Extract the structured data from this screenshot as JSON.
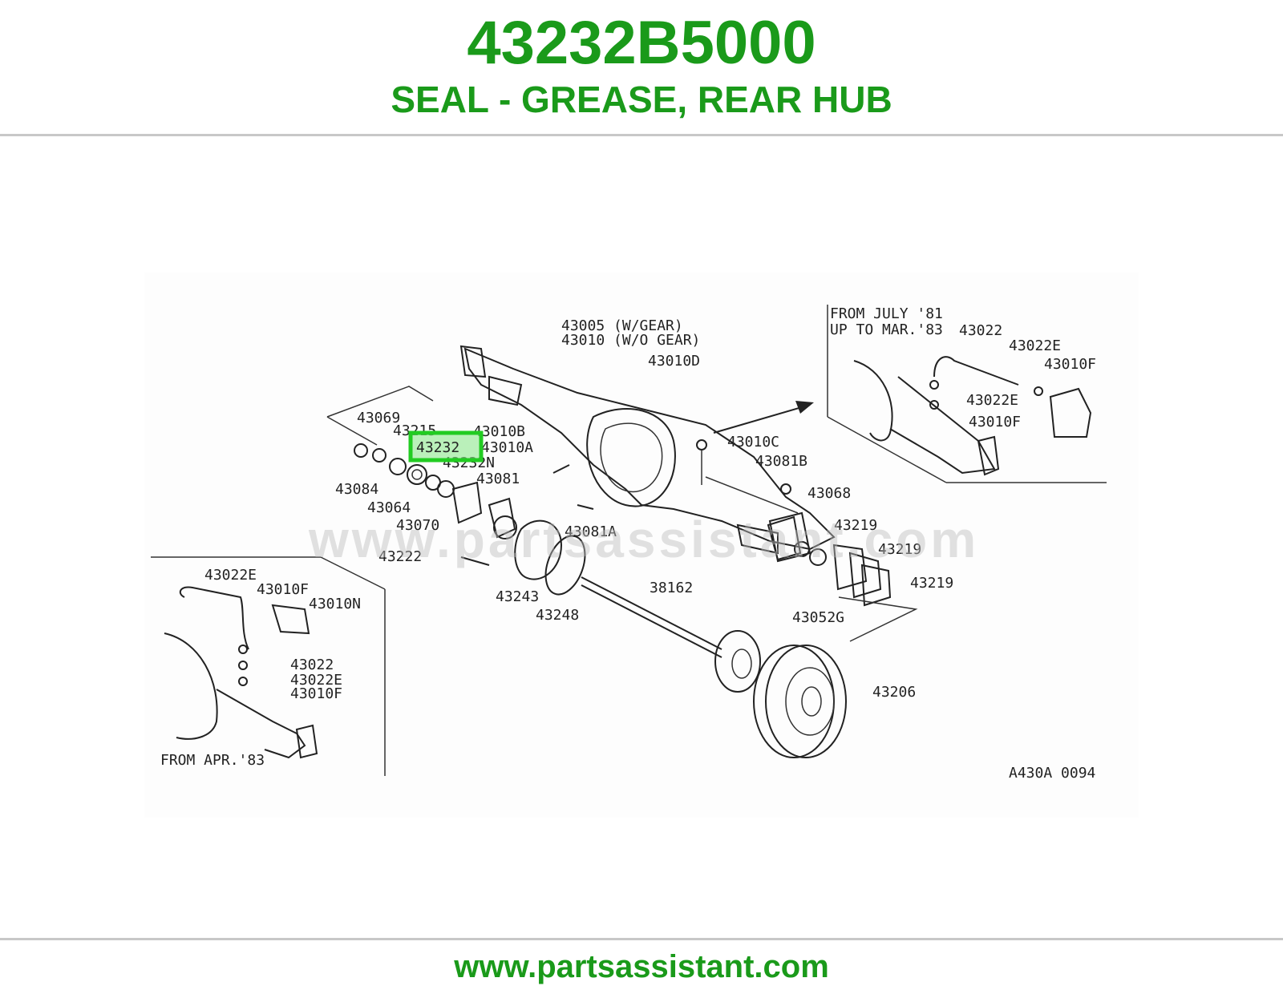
{
  "header": {
    "part_number": "43232B5000",
    "part_description": "SEAL - GREASE, REAR HUB"
  },
  "diagram": {
    "highlighted_label": "43232",
    "highlight_color": "#22cc22",
    "watermark": "www.partsassistant.com",
    "labels": {
      "l43005": "43005 (W/GEAR)",
      "l43010": "43010 (W/O GEAR)",
      "l43010D": "43010D",
      "l43069": "43069",
      "l43215": "43215",
      "l43010B": "43010B",
      "l43010A": "43010A",
      "l43232N": "43232N",
      "l43081": "43081",
      "l43084": "43084",
      "l43064": "43064",
      "l43070": "43070",
      "l43081A": "43081A",
      "l43222": "43222",
      "l43243": "43243",
      "l43248": "43248",
      "l38162": "38162",
      "l43010C": "43010C",
      "l43081B": "43081B",
      "l43068": "43068",
      "l43219a": "43219",
      "l43219b": "43219",
      "l43219c": "43219",
      "l43052G": "43052G",
      "l43206": "43206",
      "r_from_july": "FROM JULY '81",
      "r_up_to": "UP TO MAR.'83",
      "r43022": "43022",
      "r43022E": "43022E",
      "r43010F": "43010F",
      "r43022E2": "43022E",
      "r43010F2": "43010F",
      "b43022E": "43022E",
      "b43010F": "43010F",
      "b43010N": "43010N",
      "b43022": "43022",
      "b43022E2": "43022E",
      "b43010F2": "43010F",
      "b_from_apr": "FROM APR.'83",
      "code": "A430A 0094"
    }
  },
  "footer": {
    "url": "www.partsassistant.com"
  }
}
